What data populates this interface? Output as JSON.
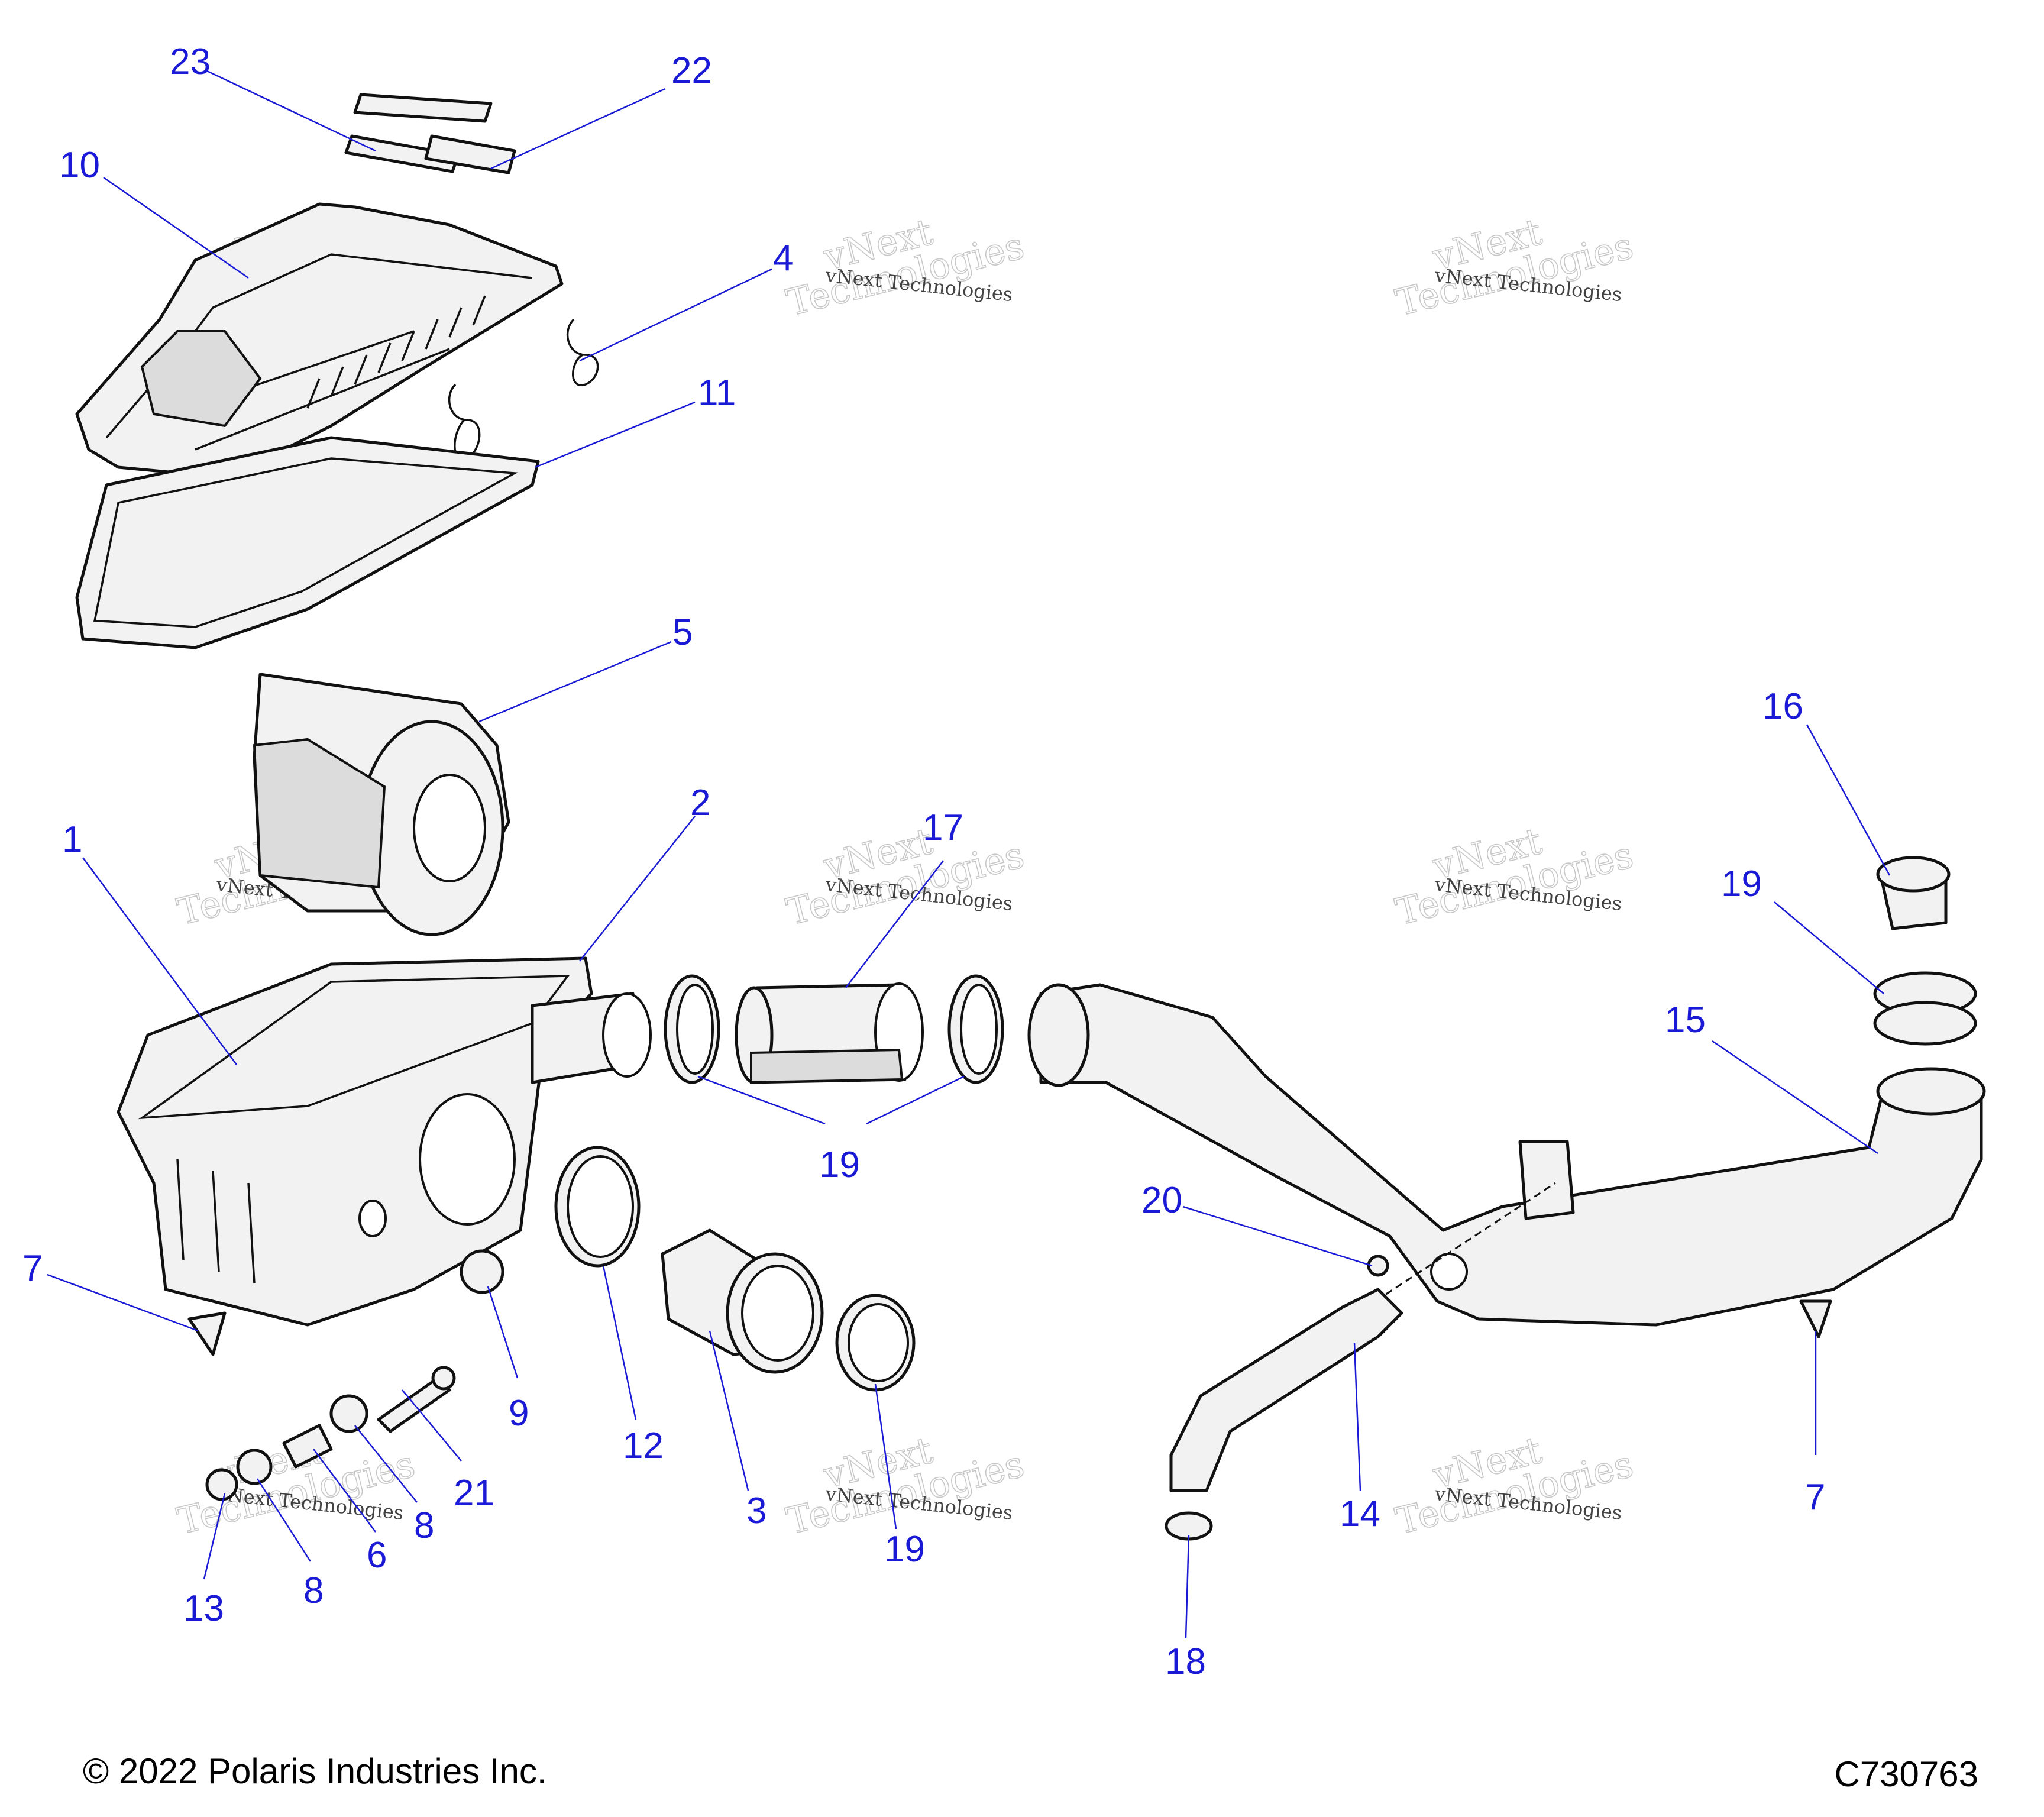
{
  "watermark": {
    "line1": "vNext",
    "line2": "Technologies",
    "small": "vNext Technologies"
  },
  "callouts": [
    {
      "id": "c23",
      "text": "23"
    },
    {
      "id": "c22",
      "text": "22"
    },
    {
      "id": "c10",
      "text": "10"
    },
    {
      "id": "c4",
      "text": "4"
    },
    {
      "id": "c11",
      "text": "11"
    },
    {
      "id": "c5",
      "text": "5"
    },
    {
      "id": "c2",
      "text": "2"
    },
    {
      "id": "c1",
      "text": "1"
    },
    {
      "id": "c17",
      "text": "17"
    },
    {
      "id": "c16",
      "text": "16"
    },
    {
      "id": "c19a",
      "text": "19"
    },
    {
      "id": "c15",
      "text": "15"
    },
    {
      "id": "c7a",
      "text": "7"
    },
    {
      "id": "c20",
      "text": "20"
    },
    {
      "id": "c19b",
      "text": "19"
    },
    {
      "id": "c9",
      "text": "9"
    },
    {
      "id": "c12",
      "text": "12"
    },
    {
      "id": "c21",
      "text": "21"
    },
    {
      "id": "c3",
      "text": "3"
    },
    {
      "id": "c8a",
      "text": "8"
    },
    {
      "id": "c6",
      "text": "6"
    },
    {
      "id": "c19c",
      "text": "19"
    },
    {
      "id": "c14",
      "text": "14"
    },
    {
      "id": "c7b",
      "text": "7"
    },
    {
      "id": "c13",
      "text": "13"
    },
    {
      "id": "c8b",
      "text": "8"
    },
    {
      "id": "c18",
      "text": "18"
    }
  ],
  "footer": {
    "copyright": "© 2022 Polaris Industries Inc.",
    "drawing_number": "C730763"
  }
}
